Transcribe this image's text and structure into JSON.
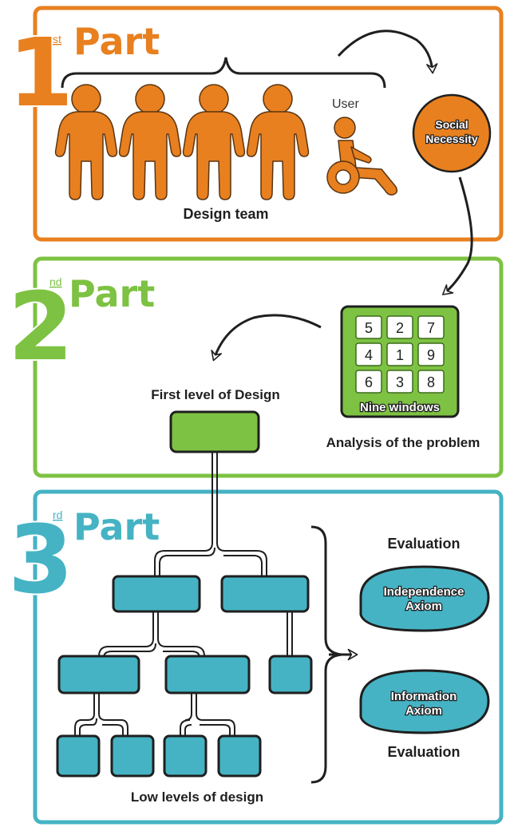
{
  "part1": {
    "number": "1",
    "ordinal": "st",
    "word": "Part",
    "user_label": "User",
    "team_label": "Design team",
    "social_line1": "Social",
    "social_line2": "Necessity"
  },
  "part2": {
    "number": "2",
    "ordinal": "nd",
    "word": "Part",
    "first_level": "First level of Design",
    "grid_numbers": [
      "5",
      "2",
      "7",
      "4",
      "1",
      "9",
      "6",
      "3",
      "8"
    ],
    "nine_windows": "Nine windows",
    "analysis": "Analysis of the problem"
  },
  "part3": {
    "number": "3",
    "ordinal": "rd",
    "word": "Part",
    "evaluation_top": "Evaluation",
    "independence_line1": "Independence",
    "independence_line2": "Axiom",
    "information_line1": "Information",
    "information_line2": "Axiom",
    "evaluation_bottom": "Evaluation",
    "low_levels": "Low levels of design"
  },
  "colors": {
    "orange": "#E8801F",
    "green": "#7DC242",
    "blue": "#45B3C4",
    "dark": "#1f1f1f"
  }
}
